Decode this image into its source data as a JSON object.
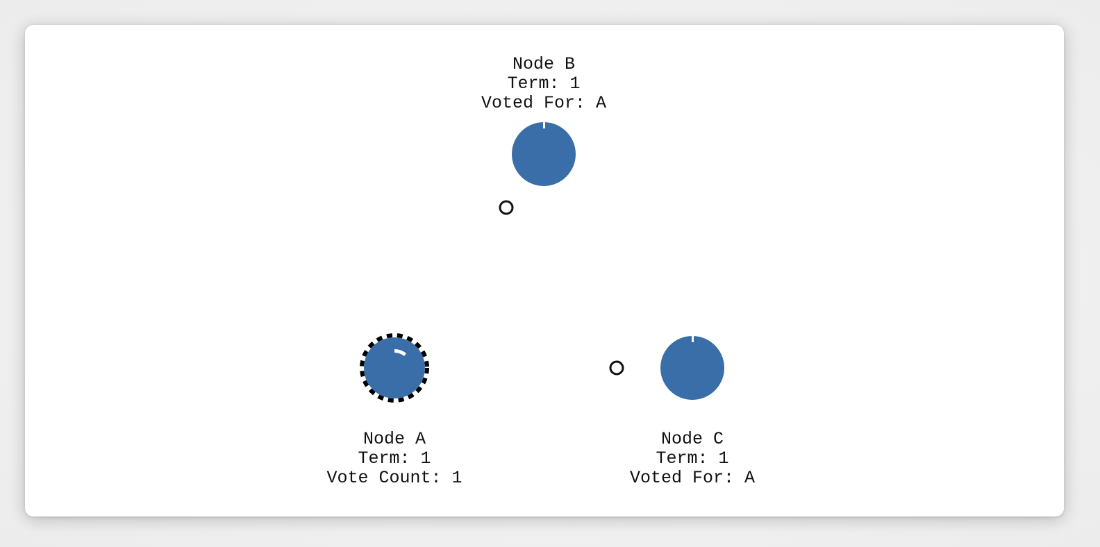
{
  "nodes": [
    {
      "id": "B",
      "name": "Node B",
      "term": "Term: 1",
      "status": "Voted For: A",
      "role": "follower",
      "election_timer_progress": 0.0
    },
    {
      "id": "A",
      "name": "Node A",
      "term": "Term: 1",
      "status": "Vote Count: 1",
      "role": "candidate",
      "election_timer_progress": 0.08
    },
    {
      "id": "C",
      "name": "Node C",
      "term": "Term: 1",
      "status": "Voted For: A",
      "role": "follower",
      "election_timer_progress": 0.0
    }
  ],
  "messages": [
    {
      "type": "vote-request-message",
      "from": "A",
      "to": "B"
    },
    {
      "type": "vote-request-message",
      "from": "A",
      "to": "C"
    }
  ],
  "colors": {
    "node_fill": "#3a6ea8",
    "timer_mark": "#ffffff",
    "candidate_border": "#000000",
    "message_stroke": "#111111",
    "message_fill": "#ffffff",
    "label_text": "#111111",
    "card_background": "#ffffff"
  }
}
